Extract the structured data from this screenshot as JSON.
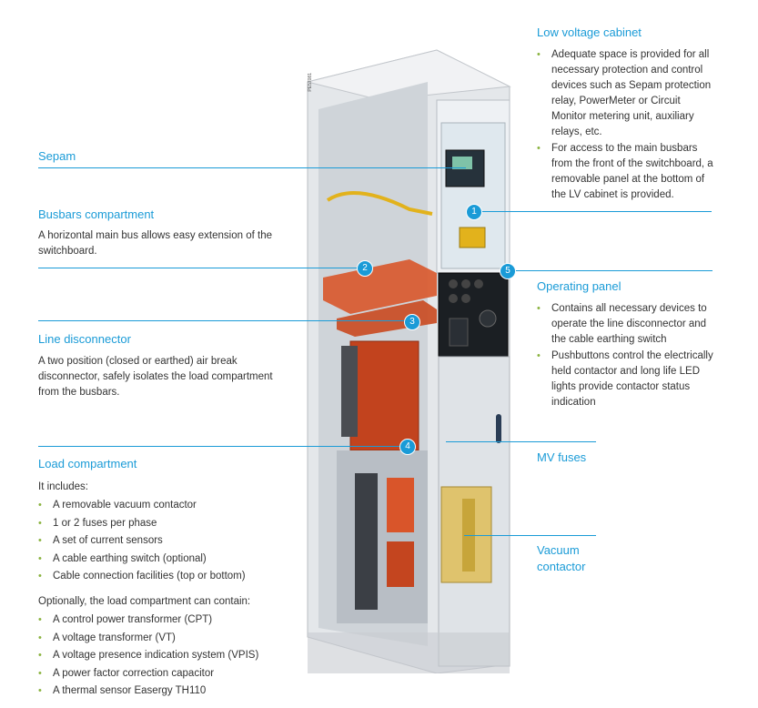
{
  "illustration_ref": "PE57081",
  "lv_cabinet": {
    "heading": "Low voltage cabinet",
    "bullets": [
      "Adequate space is provided for all necessary protection and control devices such as Sepam protection relay, PowerMeter or Circuit Monitor metering unit, auxiliary relays, etc.",
      "For access to the main busbars from the front of the switchboard, a removable panel at the bottom of the LV cabinet is provided."
    ]
  },
  "sepam": {
    "heading": "Sepam"
  },
  "busbars": {
    "heading": "Busbars compartment",
    "text": "A horizontal main bus allows easy extension of the switchboard."
  },
  "line_disconnector": {
    "heading": "Line disconnector",
    "text": "A two position (closed or earthed) air break disconnector, safely isolates the load compartment from the busbars."
  },
  "load_compartment": {
    "heading": "Load compartment",
    "intro": "It includes:",
    "bullets": [
      "A removable vacuum contactor",
      "1 or 2 fuses per phase",
      "A set of current sensors",
      "A cable earthing switch (optional)",
      "Cable connection facilities (top or bottom)"
    ],
    "optional_intro": "Optionally, the load compartment can contain:",
    "optional_bullets": [
      "A control power transformer (CPT)",
      "A voltage transformer (VT)",
      "A voltage presence indication system (VPIS)",
      "A power factor correction capacitor",
      "A thermal sensor Easergy TH110"
    ]
  },
  "operating_panel": {
    "heading": "Operating panel",
    "bullets": [
      "Contains all necessary devices to operate the line disconnector and the cable earthing switch",
      "Pushbuttons control the electrically held contactor and long life LED lights provide contactor status indication"
    ]
  },
  "mv_fuses": {
    "heading": "MV fuses"
  },
  "vacuum_contactor": {
    "heading_line1": "Vacuum",
    "heading_line2": "contactor"
  },
  "badges": [
    "1",
    "2",
    "3",
    "4",
    "5"
  ],
  "colors": {
    "accent": "#1a9bd7",
    "bullet": "#8ab33f",
    "copper": "#d8562a",
    "cabinet": "#d9dde2"
  }
}
